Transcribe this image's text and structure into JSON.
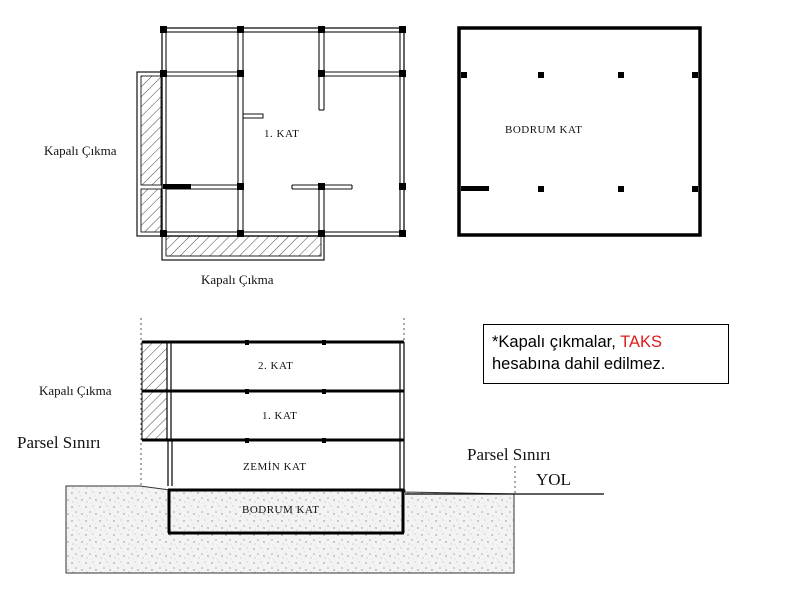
{
  "labels": {
    "kapali_cikma_plan_left": "Kapalı Çıkma",
    "kapali_cikma_plan_bottom": "Kapalı Çıkma",
    "kapali_cikma_section": "Kapalı Çıkma",
    "plan_1kat": "1. KAT",
    "plan_bodrum": "BODRUM KAT",
    "sec_2kat": "2. KAT",
    "sec_1kat": "1. KAT",
    "sec_zemin": "ZEMİN KAT",
    "sec_bodrum": "BODRUM KAT",
    "parsel_left": "Parsel Sınırı",
    "parsel_right": "Parsel Sınırı",
    "yol": "YOL"
  },
  "note": {
    "prefix": "*Kapalı çıkmalar, ",
    "highlight": "TAKS",
    "suffix": "hesabına dahil edilmez.",
    "highlight_color": "#e01b1b"
  }
}
